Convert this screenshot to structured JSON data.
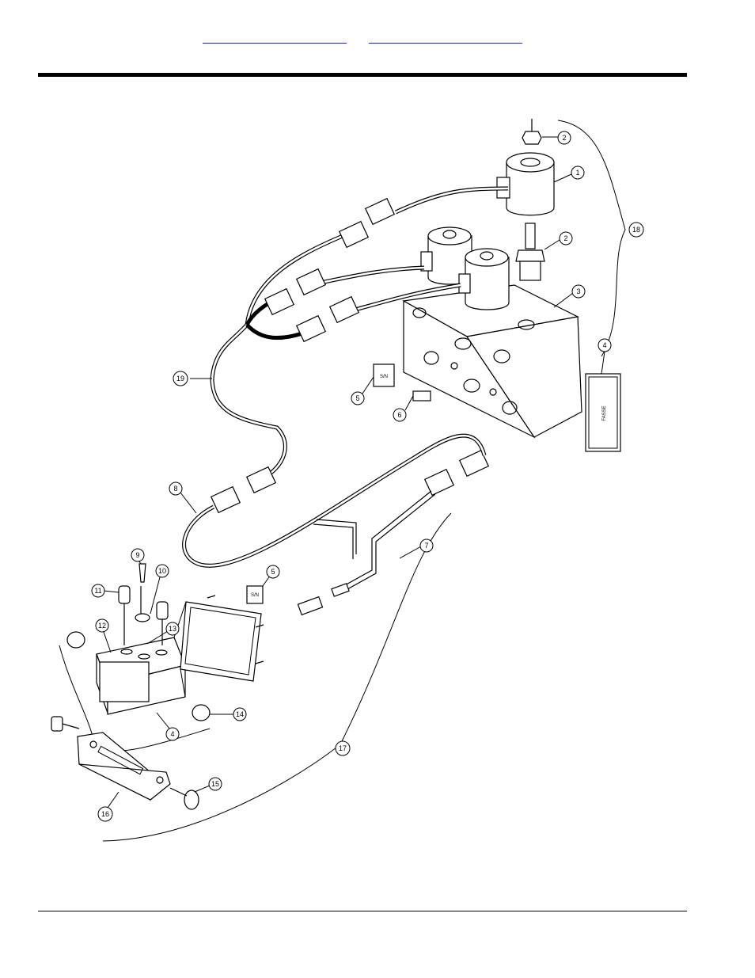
{
  "header": {
    "links": [
      "",
      ""
    ]
  },
  "labels": {
    "serial_tag": "S/N",
    "decal_brand": "FASSE"
  },
  "callouts": [
    "1",
    "2",
    "2",
    "3",
    "4",
    "5",
    "6",
    "19",
    "8",
    "7",
    "5",
    "9",
    "10",
    "11",
    "12",
    "13",
    "4",
    "14",
    "17",
    "15",
    "16",
    "18"
  ]
}
